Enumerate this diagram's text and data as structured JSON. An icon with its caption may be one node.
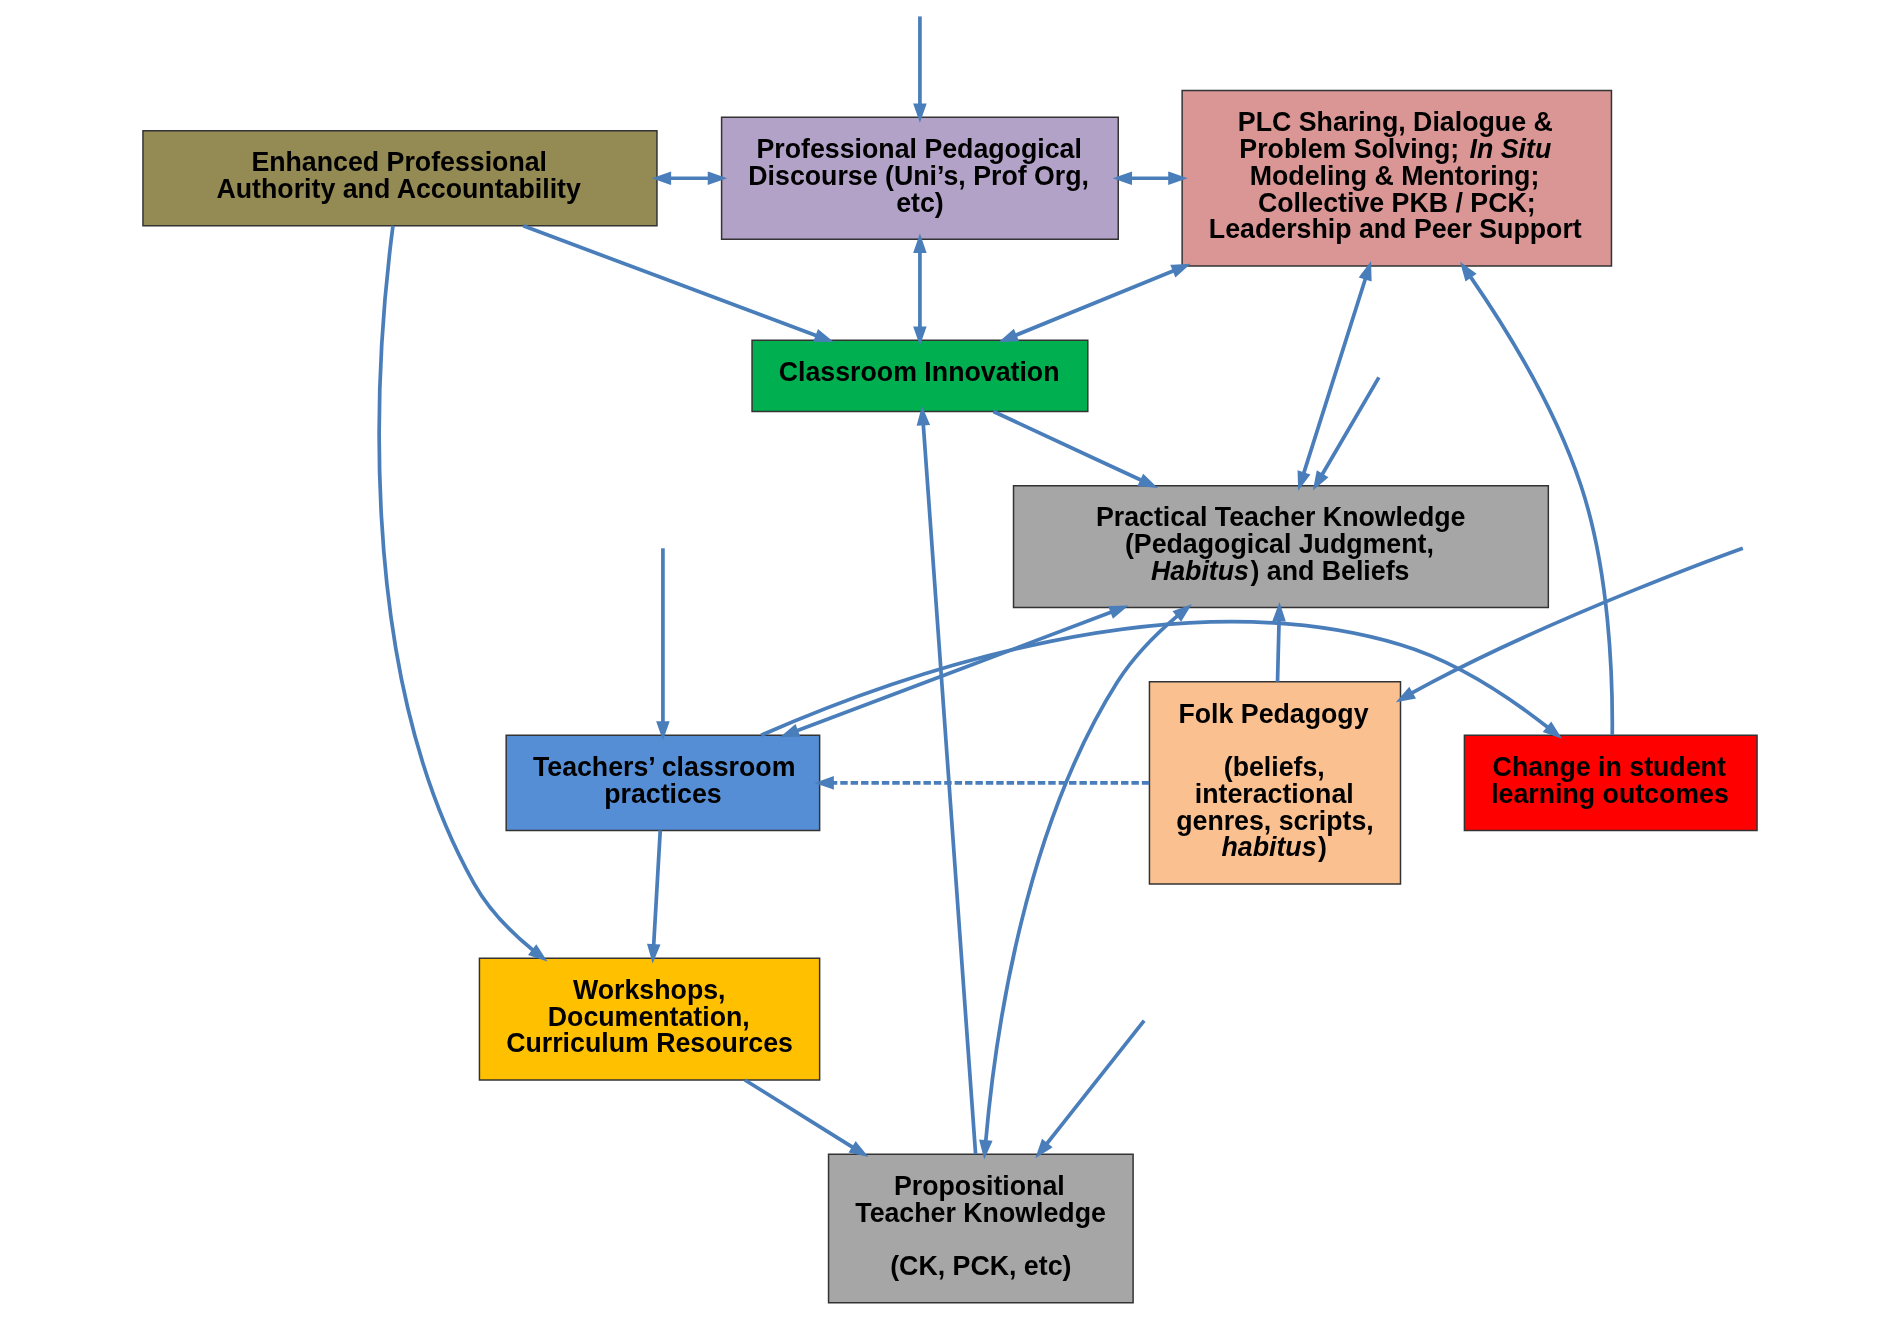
{
  "diagram": {
    "nodes": [
      {
        "text": [
          "Enhanced Professional Authority and Accountability"
        ]
      },
      {
        "text": [
          "Professional Pedagogical Discourse (Uni’s, Prof Org, etc)"
        ]
      },
      {
        "text": [
          "PLC Sharing, Dialogue & Problem Solving; *In Situ* Modeling & Mentoring; Collective PKB / PCK; Leadership and Peer Support"
        ]
      },
      {
        "text": [
          "Classroom Innovation"
        ]
      },
      {
        "text": [
          "Workshops, Documentation, Curriculum Resources"
        ]
      },
      {
        "text": [
          "Propositional Teacher Knowledge",
          "(CK, PCK, etc)"
        ]
      },
      {
        "text": [
          "Practical Teacher Knowledge (Pedagogical Judgment, *Habitus*) and Beliefs"
        ]
      },
      {
        "text": [
          "Change in student learning outcomes"
        ]
      },
      {
        "text": [
          "Teachers’ classroom practices"
        ]
      },
      {
        "text": [
          "Folk Pedagogy",
          "(beliefs, interactional genres, scripts, *habitus*)"
        ]
      }
    ],
    "edges": [
      {
        "from": 7,
        "to": 2,
        "arrow": "to"
      },
      {
        "from": null,
        "to": 1,
        "arrow": "to"
      },
      {
        "from": 0,
        "to": 1,
        "arrow": "both"
      },
      {
        "from": 1,
        "to": 2,
        "arrow": "both"
      },
      {
        "from": 0,
        "to": 3,
        "arrow": "to"
      },
      {
        "from": 1,
        "to": 3,
        "arrow": "both"
      },
      {
        "from": 3,
        "to": 2,
        "arrow": "both"
      },
      {
        "from": 0,
        "to": 4,
        "arrow": "to"
      },
      {
        "from": null,
        "to": 5,
        "arrow": "to"
      },
      {
        "from": 5,
        "to": 3,
        "arrow": "to"
      },
      {
        "from": 4,
        "to": 5,
        "arrow": "to"
      },
      {
        "from": 3,
        "to": 6,
        "arrow": "to"
      },
      {
        "from": 2,
        "to": 6,
        "arrow": "both"
      },
      {
        "from": null,
        "to": 6,
        "arrow": "to"
      },
      {
        "from": 6,
        "to": 5,
        "arrow": "both"
      },
      {
        "from": 8,
        "to": 4,
        "arrow": "to"
      },
      {
        "from": 6,
        "to": 8,
        "arrow": "both"
      },
      {
        "from": 8,
        "to": 7,
        "arrow": "to"
      },
      {
        "from": null,
        "to": 8,
        "arrow": "to"
      },
      {
        "from": 9,
        "to": 6,
        "arrow": "to"
      },
      {
        "from": null,
        "to": 9,
        "arrow": "to"
      },
      {
        "from": 9,
        "to": 8,
        "arrow": "to",
        "style": "dashed"
      }
    ]
  }
}
